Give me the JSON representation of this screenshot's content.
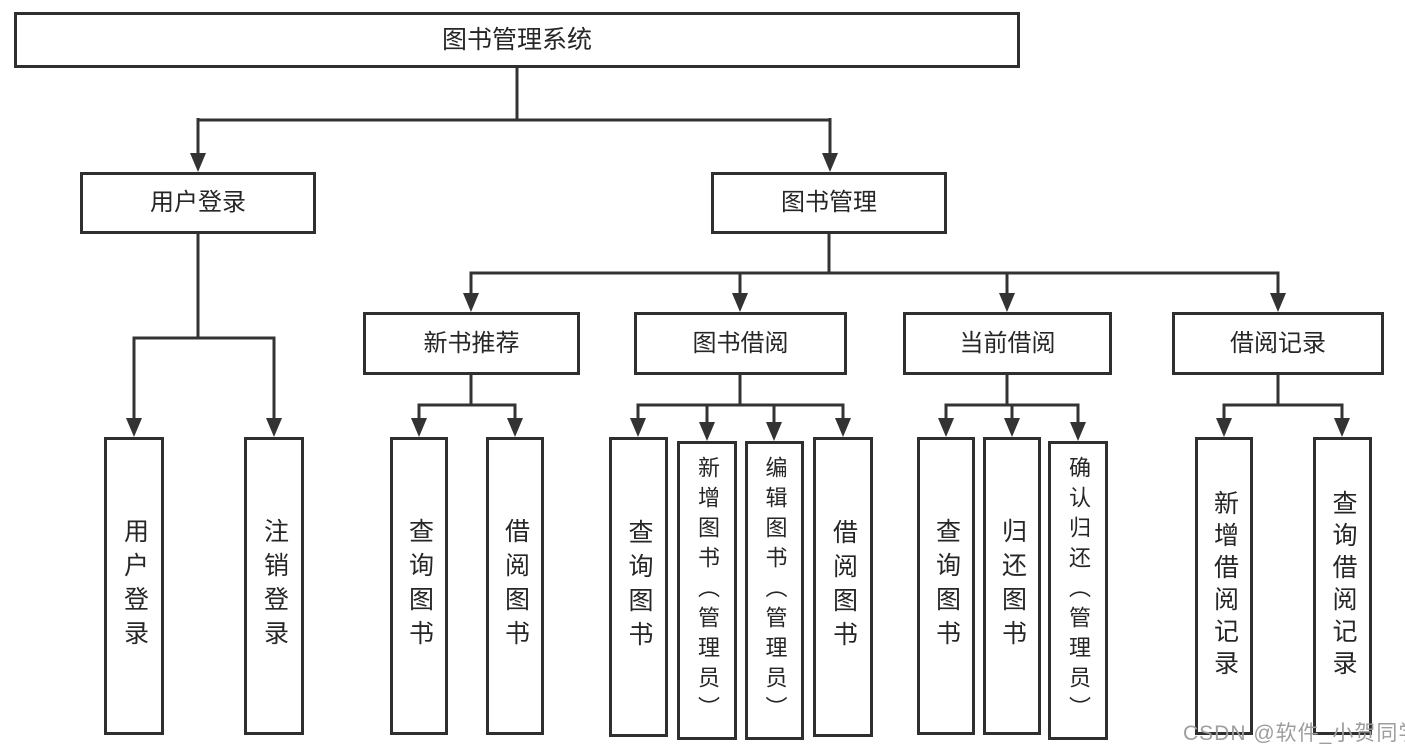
{
  "root": {
    "label": "图书管理系统"
  },
  "user_branch": {
    "label": "用户登录",
    "children": [
      {
        "label": "用户登录"
      },
      {
        "label": "注销登录"
      }
    ]
  },
  "book_branch": {
    "label": "图书管理",
    "sections": [
      {
        "label": "新书推荐",
        "children": [
          {
            "label": "查询图书"
          },
          {
            "label": "借阅图书"
          }
        ]
      },
      {
        "label": "图书借阅",
        "children": [
          {
            "label": "查询图书"
          },
          {
            "label": "新增图书（管理员）"
          },
          {
            "label": "编辑图书（管理员）"
          },
          {
            "label": "借阅图书"
          }
        ]
      },
      {
        "label": "当前借阅",
        "children": [
          {
            "label": "查询图书"
          },
          {
            "label": "归还图书"
          },
          {
            "label": "确认归还（管理员）"
          }
        ]
      },
      {
        "label": "借阅记录",
        "children": [
          {
            "label": "新增借阅记录"
          },
          {
            "label": "查询借阅记录"
          }
        ]
      }
    ]
  },
  "watermark": "CSDN @软件_小贺同学",
  "colors": {
    "line": "#333333",
    "border": "#2f2f2f",
    "text": "#262626",
    "watermark": "#9e9e9e",
    "background": "#ffffff"
  }
}
